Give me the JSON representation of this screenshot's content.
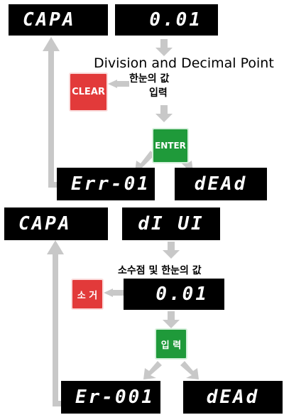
{
  "top": {
    "capa_display": "CAPA",
    "value_display": "0.01",
    "heading": "Division and Decimal Point",
    "input_label_line1": "한눈의 값",
    "input_label_line2": "입력",
    "clear_button": "CLEAR",
    "enter_button": "ENTER",
    "error_display": "Err-01",
    "dead_display": "dEAd"
  },
  "bottom": {
    "capa_display": "CAPA",
    "div_display": "dI UI",
    "input_label": "소수점 및 한눈의 값",
    "clear_button": "소 거",
    "value_display": "0.01",
    "enter_button": "입 력",
    "error_display": "Er-001",
    "dead_display": "dEAd"
  },
  "colors": {
    "arrow": "#c8c8c8",
    "display_bg": "#000000",
    "clear_red": "#e23a3a",
    "enter_green": "#1f9a3a"
  }
}
